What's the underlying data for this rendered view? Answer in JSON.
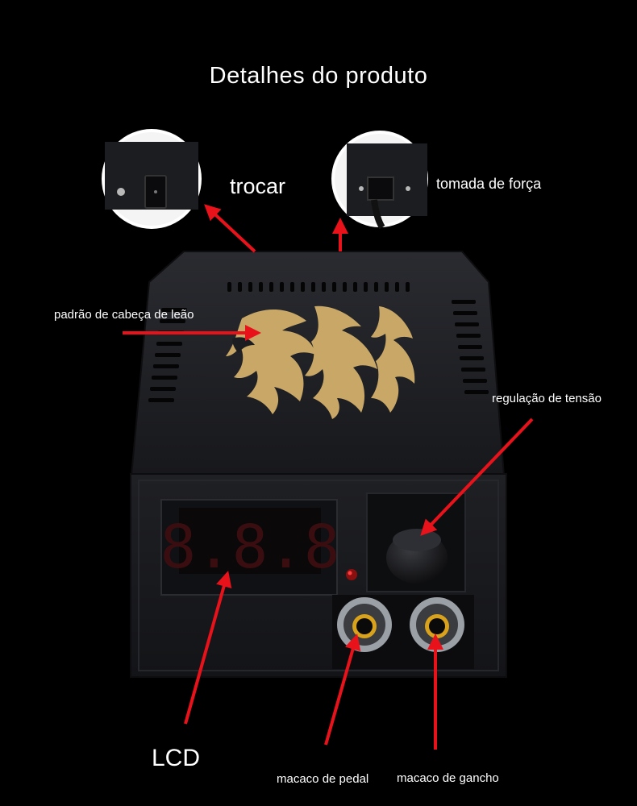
{
  "page": {
    "title": "Detalhes do produto"
  },
  "labels": {
    "switch": "trocar",
    "power_socket": "tomada de força",
    "lion_pattern": "padrão de cabeça de leão",
    "voltage_regulation": "regulação de tensão",
    "lcd": "LCD",
    "pedal_jack": "macaco de pedal",
    "hook_jack": "macaco de gancho"
  },
  "display": {
    "digits": "8.8.8"
  },
  "colors": {
    "background": "#000000",
    "arrow": "#e8121b",
    "body": "#1a1b1f",
    "lion_gold": "#c9a867",
    "jack_ring": "#d8a21c",
    "led": "#3a0e10"
  },
  "icons": {
    "switch_inset": "rocker-switch-icon",
    "power_inset": "power-socket-icon"
  }
}
